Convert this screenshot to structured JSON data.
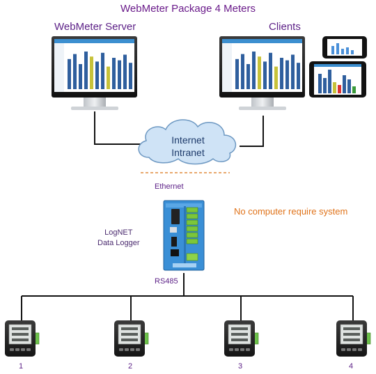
{
  "title": "WebMeter Package 4 Meters",
  "server_label": "WebMeter Server",
  "clients_label": "Clients",
  "cloud": {
    "line1": "Internet",
    "line2": "Intranet"
  },
  "ethernet_label": "Ethernet",
  "logger": {
    "line1": "LogNET",
    "line2": "Data Logger"
  },
  "rs485_label": "RS485",
  "no_computer_note": "No computer require system",
  "meters": [
    {
      "number": "1"
    },
    {
      "number": "2"
    },
    {
      "number": "3"
    },
    {
      "number": "4"
    }
  ],
  "colors": {
    "title_purple": "#6a1b8a",
    "note_orange": "#e0731a",
    "cloud_blue": "#cfe3f6",
    "logger_blue": "#3a8fd6",
    "bar_blue": "#2f5f9e",
    "bar_yellow": "#c7c23a"
  }
}
